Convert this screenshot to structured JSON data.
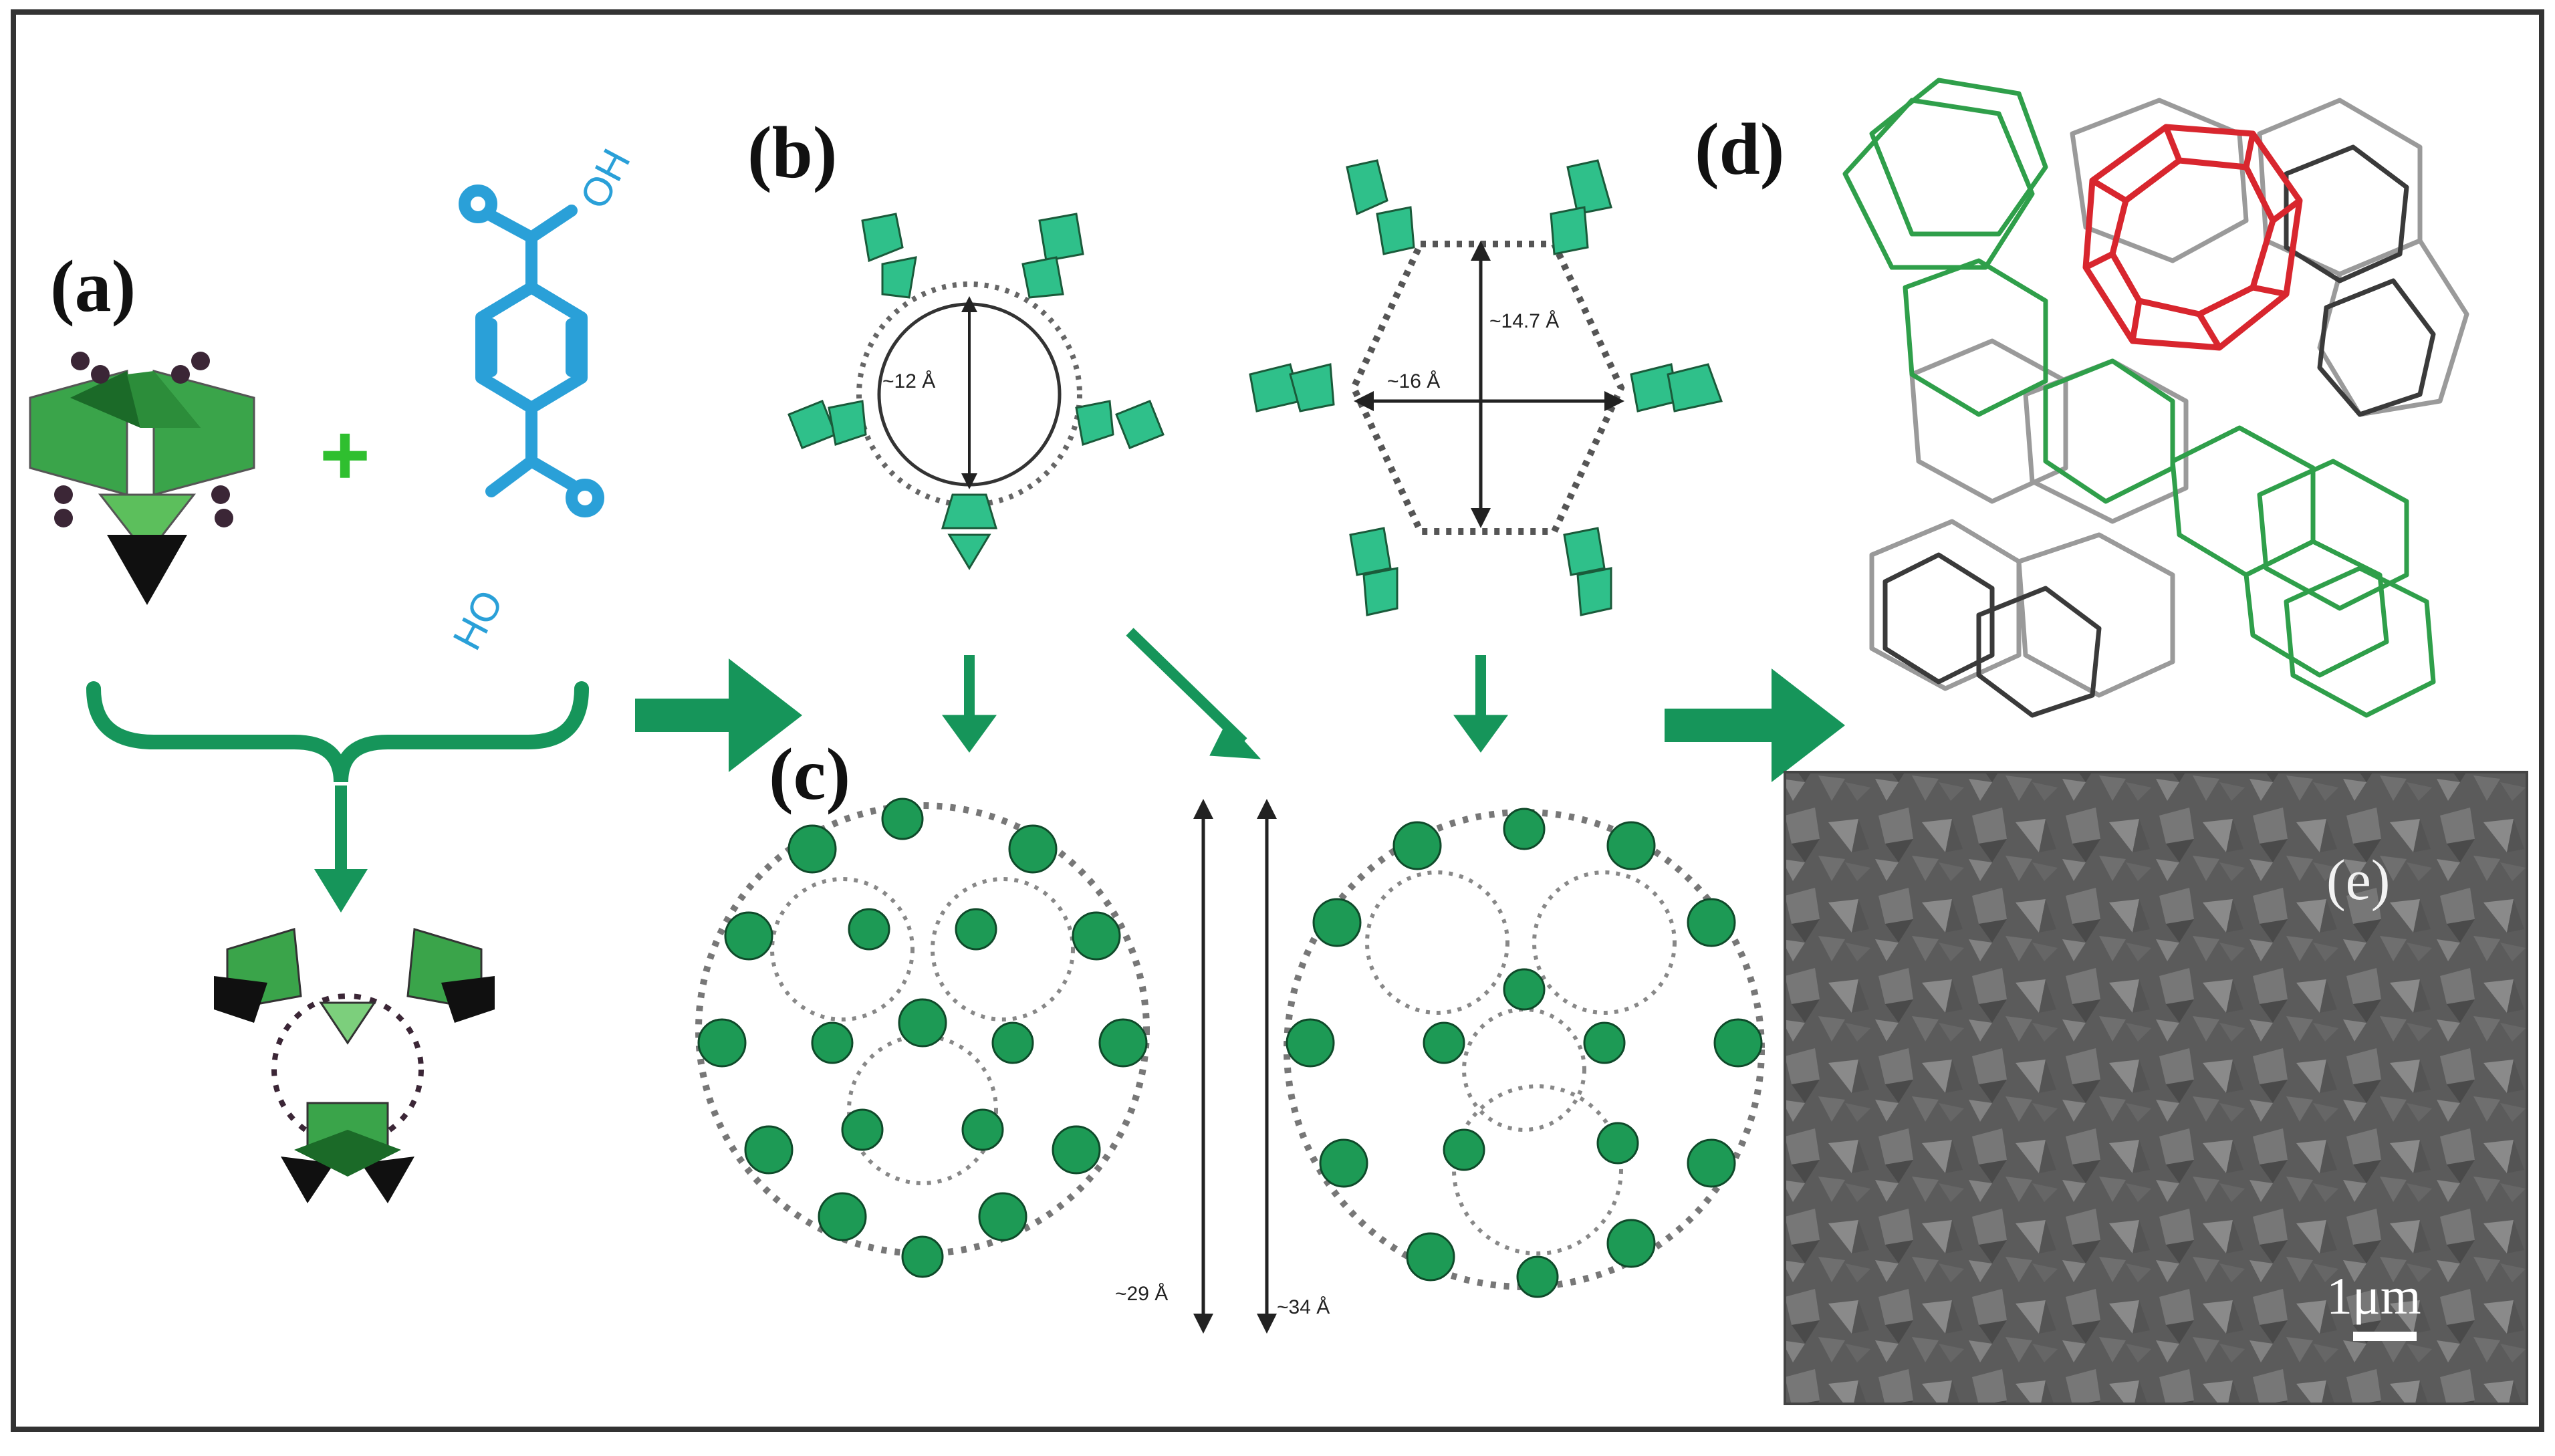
{
  "figure": {
    "panels": {
      "a": "(a)",
      "b": "(b)",
      "c": "(c)",
      "d": "(d)",
      "e": "(e)"
    },
    "plus": "+",
    "linker_groups": {
      "top": "OH",
      "bottom": "HO"
    },
    "pore_dimensions": {
      "small_cage": "~12 Å",
      "large_cage_width": "~16 Å",
      "large_cage_height": "~14.7 Å",
      "cage_small_height": "~29 Å",
      "cage_large_height": "~34 Å"
    },
    "scale_bar": "1μm",
    "colors": {
      "cluster_green": "#1d9a55",
      "arrow_green": "#16955a",
      "linker_blue": "#2aa0d8",
      "cage_red": "#d8262e",
      "cage_gray": "#7d7d7d",
      "sem_background": "#5e5e5e"
    }
  }
}
